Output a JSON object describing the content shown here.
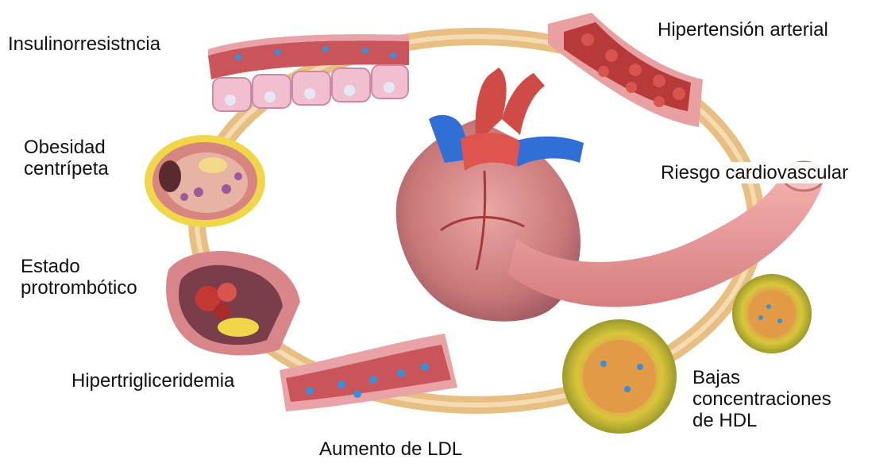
{
  "labels": {
    "insulin": "Insulinorresistncia",
    "hypertension": "Hipertensión arterial",
    "obesity": "Obesidad\ncentrípeta",
    "cardio_risk": "Riesgo cardiovascular",
    "prothrombotic": "Estado\nprotrombótico",
    "hypertrig": "Hipertrigliceridemia",
    "low_hdl": "Bajas\nconcentraciones\nde HDL",
    "ldl": "Aumento de LDL"
  },
  "colors": {
    "ring": "#e8bf83",
    "vessel_wall": "#d9868a",
    "blood": "#c44a3e",
    "particle": "#3a8fd8",
    "vein": "#2f6fd6",
    "fat_yellow": "#f1d64a",
    "hdl_yellow": "#d9cc2a"
  }
}
